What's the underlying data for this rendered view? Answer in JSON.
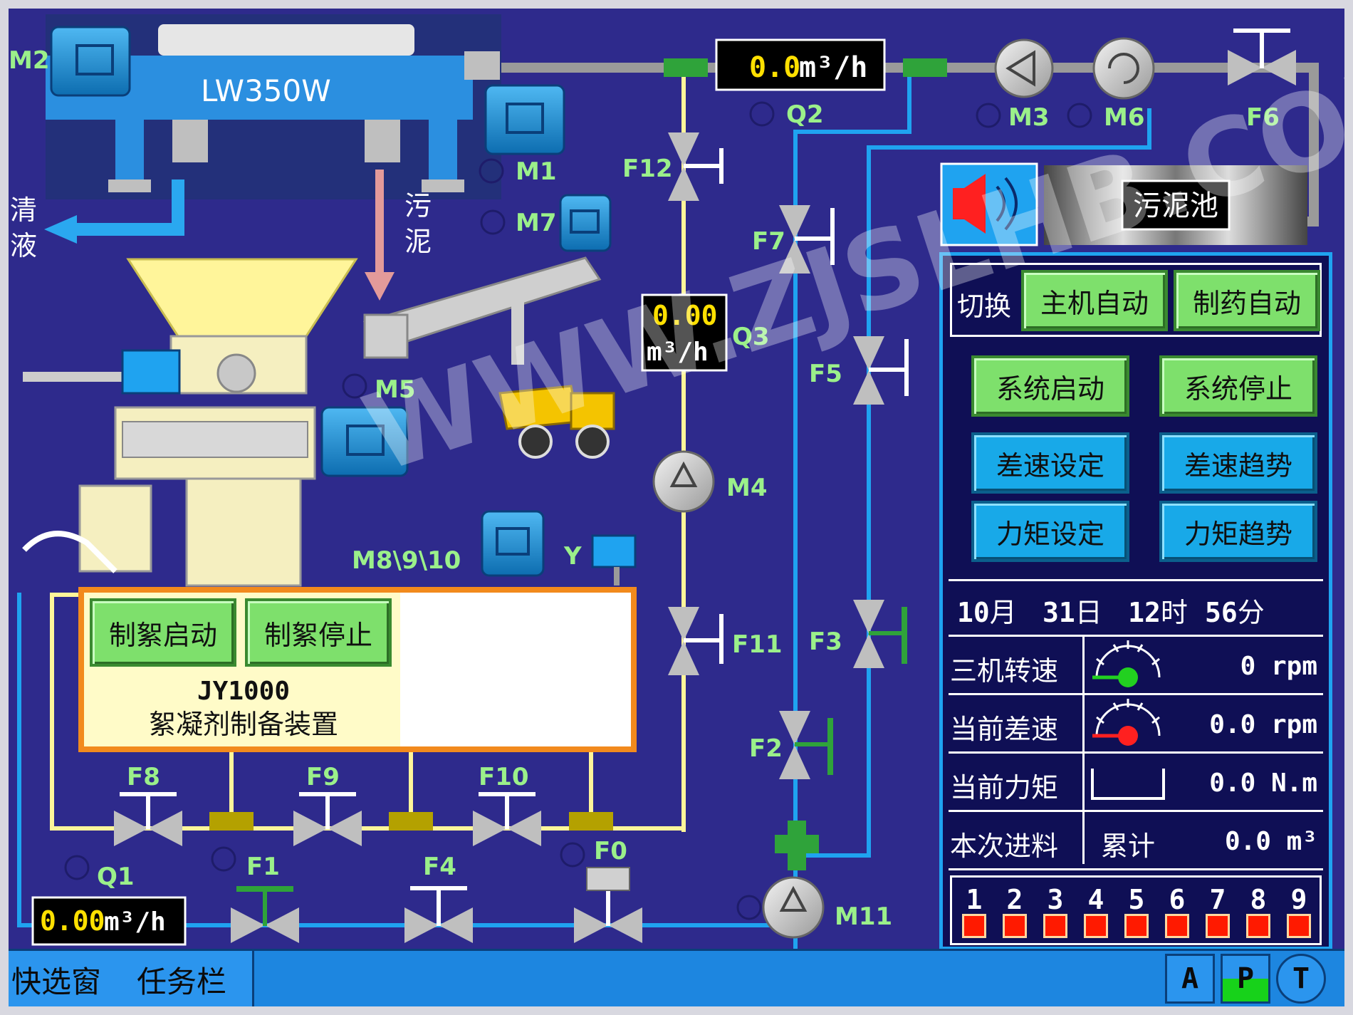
{
  "flowmeters": {
    "top": {
      "value": "0.0",
      "unit": "m³/h"
    },
    "q3": {
      "value": "0.00",
      "unit": "m³/h"
    },
    "bottom": {
      "value": "0.00",
      "unit": "m³/h"
    }
  },
  "labels": {
    "centrifuge": "LW350W",
    "m2": "M2",
    "m1": "M1",
    "m7": "M7",
    "m5": "M5",
    "m3": "M3",
    "m6": "M6",
    "m4": "M4",
    "m11": "M11",
    "m8910": "M8\\9\\10",
    "y": "Y",
    "q1": "Q1",
    "q2": "Q2",
    "q3": "Q3",
    "f0": "F0",
    "f1": "F1",
    "f2": "F2",
    "f3": "F3",
    "f4": "F4",
    "f5": "F5",
    "f6": "F6",
    "f7": "F7",
    "f8": "F8",
    "f9": "F9",
    "f10": "F10",
    "f11": "F11",
    "f12": "F12",
    "clear_liquid_1": "清",
    "clear_liquid_2": "液",
    "sludge_1": "污",
    "sludge_2": "泥",
    "sludge_tank": "污泥池"
  },
  "flocculant": {
    "start_label": "制絮启动",
    "stop_label": "制絮停止",
    "model": "JY1000",
    "name": "絮凝剂制备装置"
  },
  "panel": {
    "switch_label": "切换",
    "host_auto": "主机自动",
    "dosing_auto": "制药自动",
    "system_start": "系统启动",
    "system_stop": "系统停止",
    "diff_speed_set": "差速设定",
    "diff_speed_trend": "差速趋势",
    "torque_set": "力矩设定",
    "torque_trend": "力矩趋势",
    "date": {
      "month": "10",
      "month_unit": "月",
      "day": "31",
      "day_unit": "日",
      "hour": "12",
      "hour_unit": "时",
      "minute": "56",
      "minute_unit": "分"
    },
    "rows": [
      {
        "label": "三机转速",
        "value": "0 rpm"
      },
      {
        "label": "当前差速",
        "value": "0.0 rpm"
      },
      {
        "label": "当前力矩",
        "value": "0.0 N.m"
      },
      {
        "label": "本次进料",
        "sub": "累计",
        "value": "0.0 m³"
      }
    ],
    "alarms": [
      "1",
      "2",
      "3",
      "4",
      "5",
      "6",
      "7",
      "8",
      "9"
    ]
  },
  "taskbar": {
    "quick_window": "快选窗",
    "task_bar": "任务栏",
    "btn_a": "A",
    "btn_p": "P",
    "btn_t": "T"
  },
  "watermark": "WWW.ZJSLHB.COM",
  "colors": {
    "background": "#2e2a8c",
    "pipe_water": "#1fa3f0",
    "pipe_sludge": "#fff59a",
    "label_green": "#9bf08a",
    "alarm_red": "#ff1a00"
  }
}
